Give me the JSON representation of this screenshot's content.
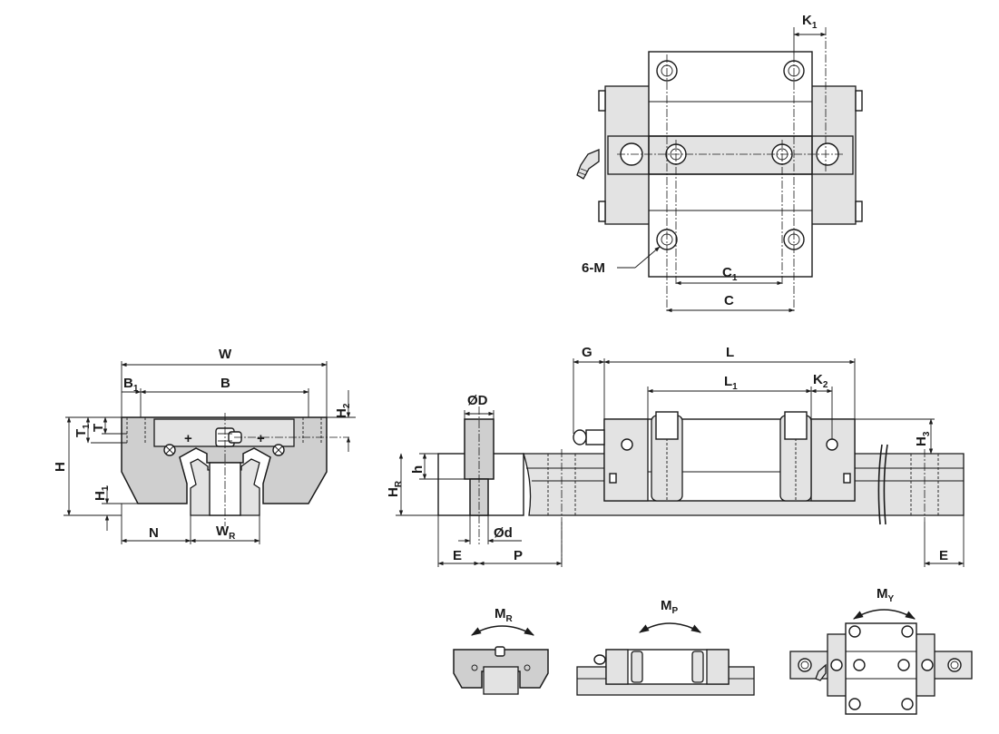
{
  "top_view": {
    "k1": {
      "main": "K",
      "sub": "1"
    },
    "c1": {
      "main": "C",
      "sub": "1"
    },
    "c": "C",
    "mounting_holes": "6-M"
  },
  "end_view": {
    "w": "W",
    "b1": {
      "main": "B",
      "sub": "1"
    },
    "b": "B",
    "h2": {
      "main": "H",
      "sub": "2"
    },
    "t1": {
      "main": "T",
      "sub": "1"
    },
    "t": "T",
    "h": "H",
    "h1": {
      "main": "H",
      "sub": "1"
    },
    "n": "N",
    "wr": {
      "main": "W",
      "sub": "R"
    }
  },
  "side_view": {
    "g": "G",
    "l": "L",
    "l1": {
      "main": "L",
      "sub": "1"
    },
    "k2": {
      "main": "K",
      "sub": "2"
    },
    "h3": {
      "main": "H",
      "sub": "3"
    },
    "bolt_head_dia": "ØD",
    "bolt_dia": "Ød",
    "h": "h",
    "hr": {
      "main": "H",
      "sub": "R"
    },
    "e_left": "E",
    "p": "P",
    "e_right": "E"
  },
  "moments": {
    "mr": {
      "main": "M",
      "sub": "R"
    },
    "mp": {
      "main": "M",
      "sub": "P"
    },
    "my": {
      "main": "M",
      "sub": "Y"
    }
  }
}
